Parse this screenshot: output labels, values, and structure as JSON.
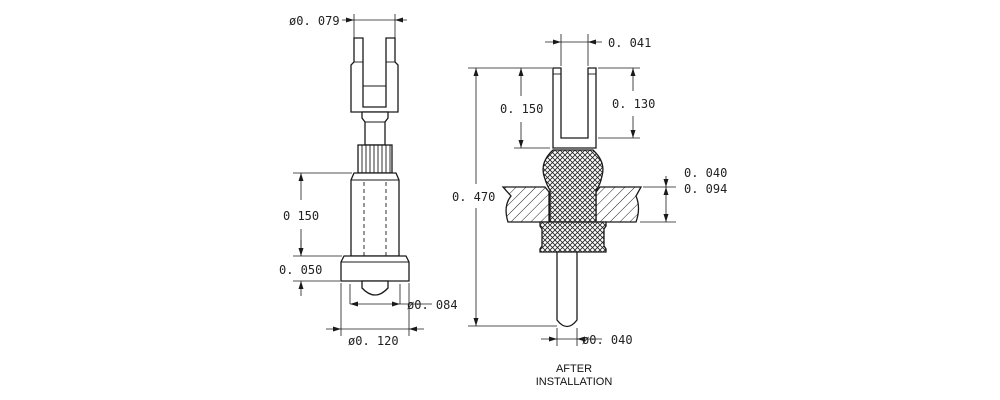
{
  "left_view": {
    "dims": {
      "head_diameter": "ø0. 079",
      "shank_length": "0 150",
      "flange_thickness": "0. 050",
      "tip_diameter": "ø0. 084",
      "flange_diameter": "ø0. 120"
    }
  },
  "right_view": {
    "dims": {
      "slot_width": "0. 041",
      "slot_depth_left": "0. 150",
      "slot_depth_right": "0. 130",
      "panel_min": "0. 040",
      "panel_max": "0. 094",
      "overall_length": "0. 470",
      "pin_diameter": "ø0. 040"
    },
    "caption_line1": "AFTER",
    "caption_line2": "INSTALLATION"
  }
}
